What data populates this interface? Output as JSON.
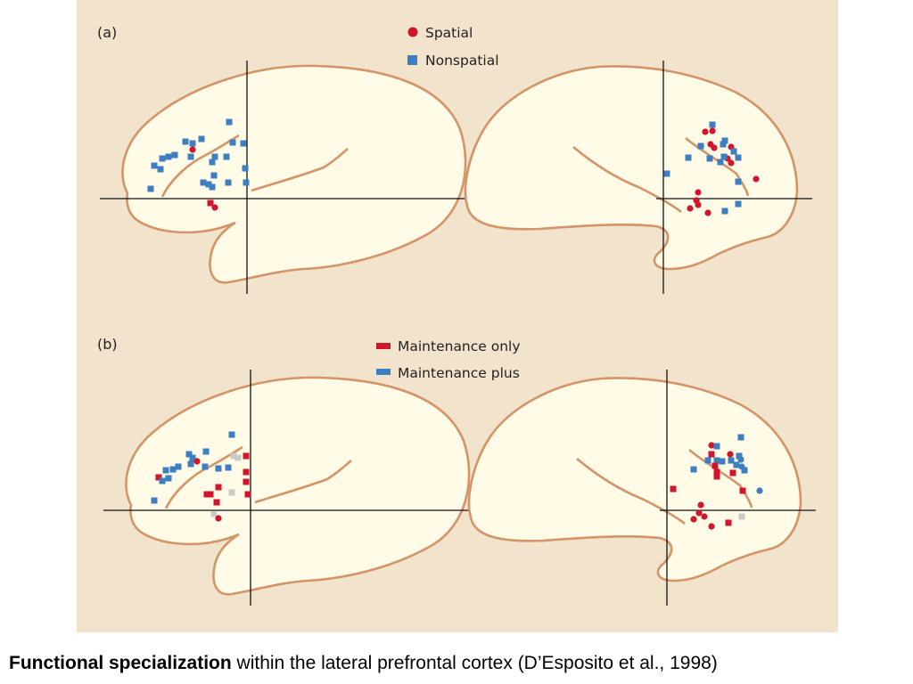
{
  "colors": {
    "panel_bg": "#F2E3CC",
    "brain_fill": "#FFFBE6",
    "brain_outline": "#D49468",
    "axis": "#111111",
    "red": "#D0152D",
    "blue": "#3E7FC1",
    "gray": "#C8CCC8"
  },
  "panel_a": {
    "label": "(a)",
    "legend": [
      {
        "label": "Spatial",
        "marker": "circle",
        "color": "red"
      },
      {
        "label": "Nonspatial",
        "marker": "square",
        "color": "blue"
      }
    ]
  },
  "panel_b": {
    "label": "(b)",
    "legend": [
      {
        "label": "Maintenance only",
        "marker": "bar",
        "color": "red"
      },
      {
        "label": "Maintenance plus",
        "marker": "bar",
        "color": "blue"
      }
    ]
  },
  "caption": {
    "bold": "Functional specialization",
    "rest": " within the lateral prefrontal cortex (D’Esposito et al., 1998)"
  }
}
